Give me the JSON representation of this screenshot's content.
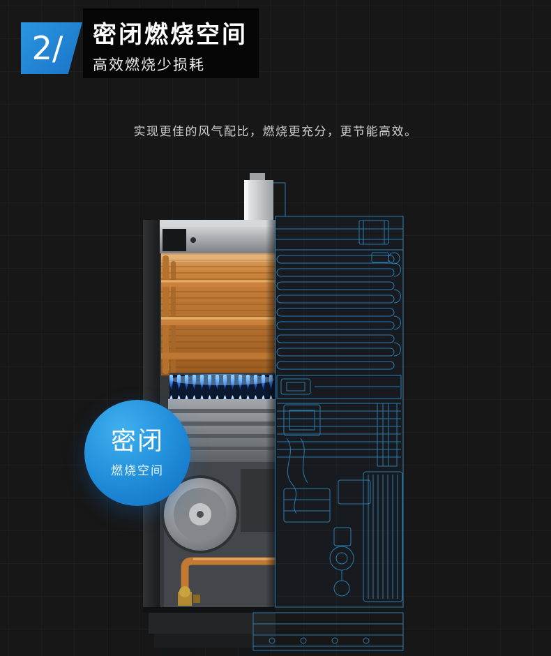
{
  "header": {
    "step_number": "2/",
    "title": "密闭燃烧空间",
    "subtitle": "高效燃烧少损耗"
  },
  "description": "实现更佳的风气配比，燃烧更充分，更节能高效。",
  "badge": {
    "title": "密闭",
    "subtitle": "燃烧空间"
  },
  "illustration": {
    "name": "water-heater-cutaway-diagram",
    "left_half": "realistic-render",
    "right_half": "blueprint-wireframe"
  },
  "colors": {
    "background": "#171717",
    "accent_blue": "#2186d2",
    "badge_blue": "#1d86d6",
    "copper": "#c9813b",
    "flame_blue": "#7ec2ff",
    "wireframe_blue": "#2d87c2",
    "title_box": "#050505"
  }
}
